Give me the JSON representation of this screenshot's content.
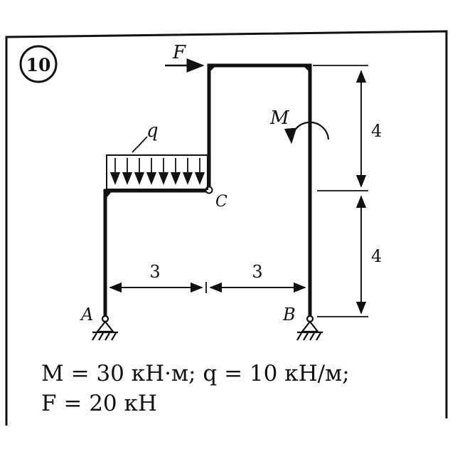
{
  "problem": {
    "number": "10",
    "given_line1": "M = 30 кН·м; q = 10 кН/м;",
    "given_line2": "F = 20 кН"
  },
  "labels": {
    "force": "F",
    "distributed_load": "q",
    "moment": "M",
    "hinge_c": "C",
    "support_a": "A",
    "support_b": "B"
  },
  "dimensions": {
    "upper_height": "4",
    "lower_height": "4",
    "left_span": "3",
    "right_span": "3"
  },
  "colors": {
    "ink": "#111111",
    "background": "#ffffff"
  }
}
